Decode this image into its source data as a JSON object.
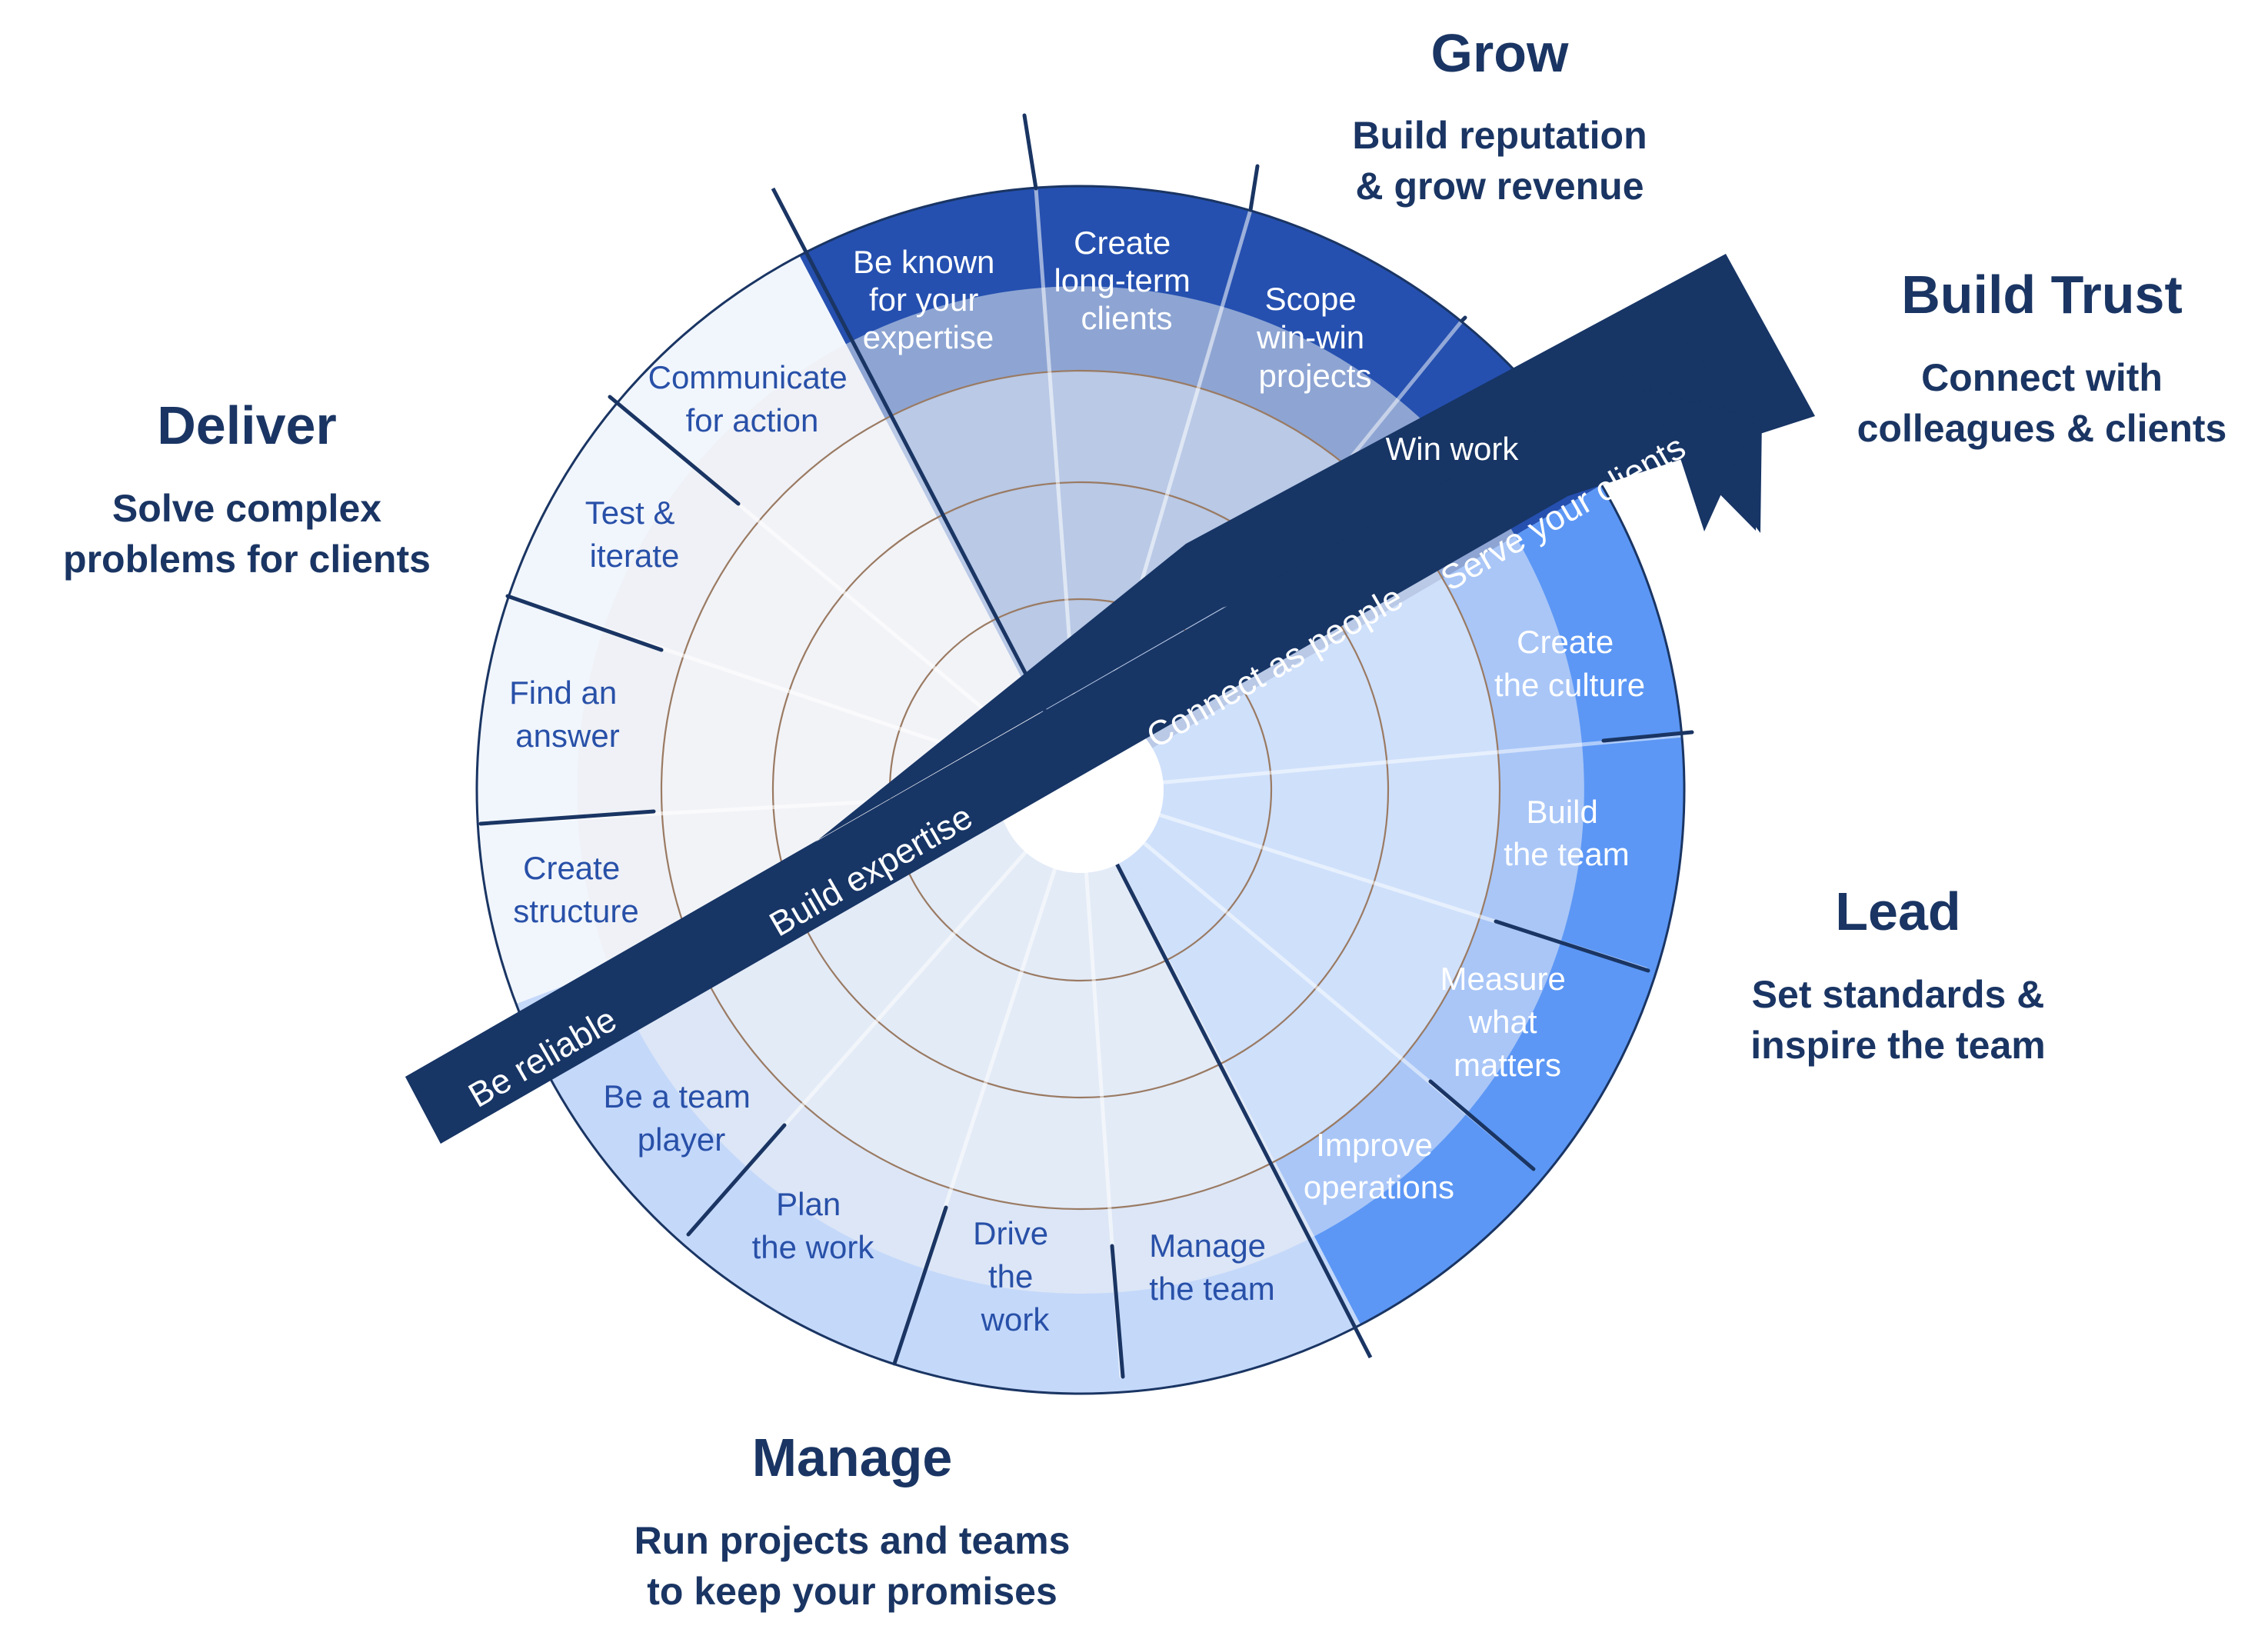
{
  "headings": {
    "grow": {
      "title": "Grow",
      "sub1": "Build reputation",
      "sub2": "& grow revenue"
    },
    "build_trust": {
      "title": "Build Trust",
      "sub1": "Connect with",
      "sub2": "colleagues & clients"
    },
    "deliver": {
      "title": "Deliver",
      "sub1": "Solve complex",
      "sub2": "problems for clients"
    },
    "lead": {
      "title": "Lead",
      "sub1": "Set standards &",
      "sub2": "inspire the team"
    },
    "manage": {
      "title": "Manage",
      "sub1": "Run projects and teams",
      "sub2": "to keep your promises"
    }
  },
  "sectors": {
    "grow": {
      "color": "#2550b0",
      "items": [
        [
          "Be known",
          "for your",
          "expertise"
        ],
        [
          "Create",
          "long-term",
          "clients"
        ],
        [
          "Scope",
          "win-win",
          "projects"
        ],
        [
          "Win work"
        ]
      ]
    },
    "lead": {
      "color": "#5c97f5",
      "items": [
        [
          "Create",
          "the culture"
        ],
        [
          "Build",
          "the team"
        ],
        [
          "Measure",
          "what",
          "matters"
        ],
        [
          "Improve",
          "operations"
        ]
      ]
    },
    "manage": {
      "color": "#c4d8fa",
      "items": [
        [
          "Be a team",
          "player"
        ],
        [
          "Plan",
          "the work"
        ],
        [
          "Drive",
          "the",
          "work"
        ],
        [
          "Manage",
          "the team"
        ]
      ]
    },
    "deliver": {
      "color": "#f1f6fd",
      "items": [
        [
          "Communicate",
          "for action"
        ],
        [
          "Test &",
          "iterate"
        ],
        [
          "Find an",
          "answer"
        ],
        [
          "Create",
          "structure"
        ]
      ]
    }
  },
  "arrow": {
    "color": "#173565",
    "labels": [
      "Be reliable",
      "Build expertise",
      "Connect as people",
      "Serve your clients"
    ]
  }
}
